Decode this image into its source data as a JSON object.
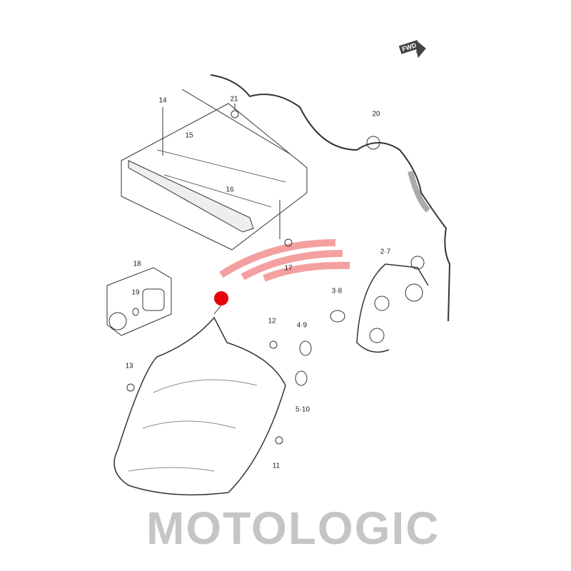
{
  "diagram": {
    "watermark": "MOTOLOGIC",
    "direction_arrow": "FWD",
    "highlight_color": "#e8000b",
    "watermark_stripes_color": "#f4a0a0",
    "part_labels": [
      "14",
      "15",
      "16",
      "17",
      "18",
      "19",
      "20",
      "21",
      "2·7",
      "3·8",
      "4·9",
      "5·10",
      "11",
      "12",
      "13"
    ]
  }
}
